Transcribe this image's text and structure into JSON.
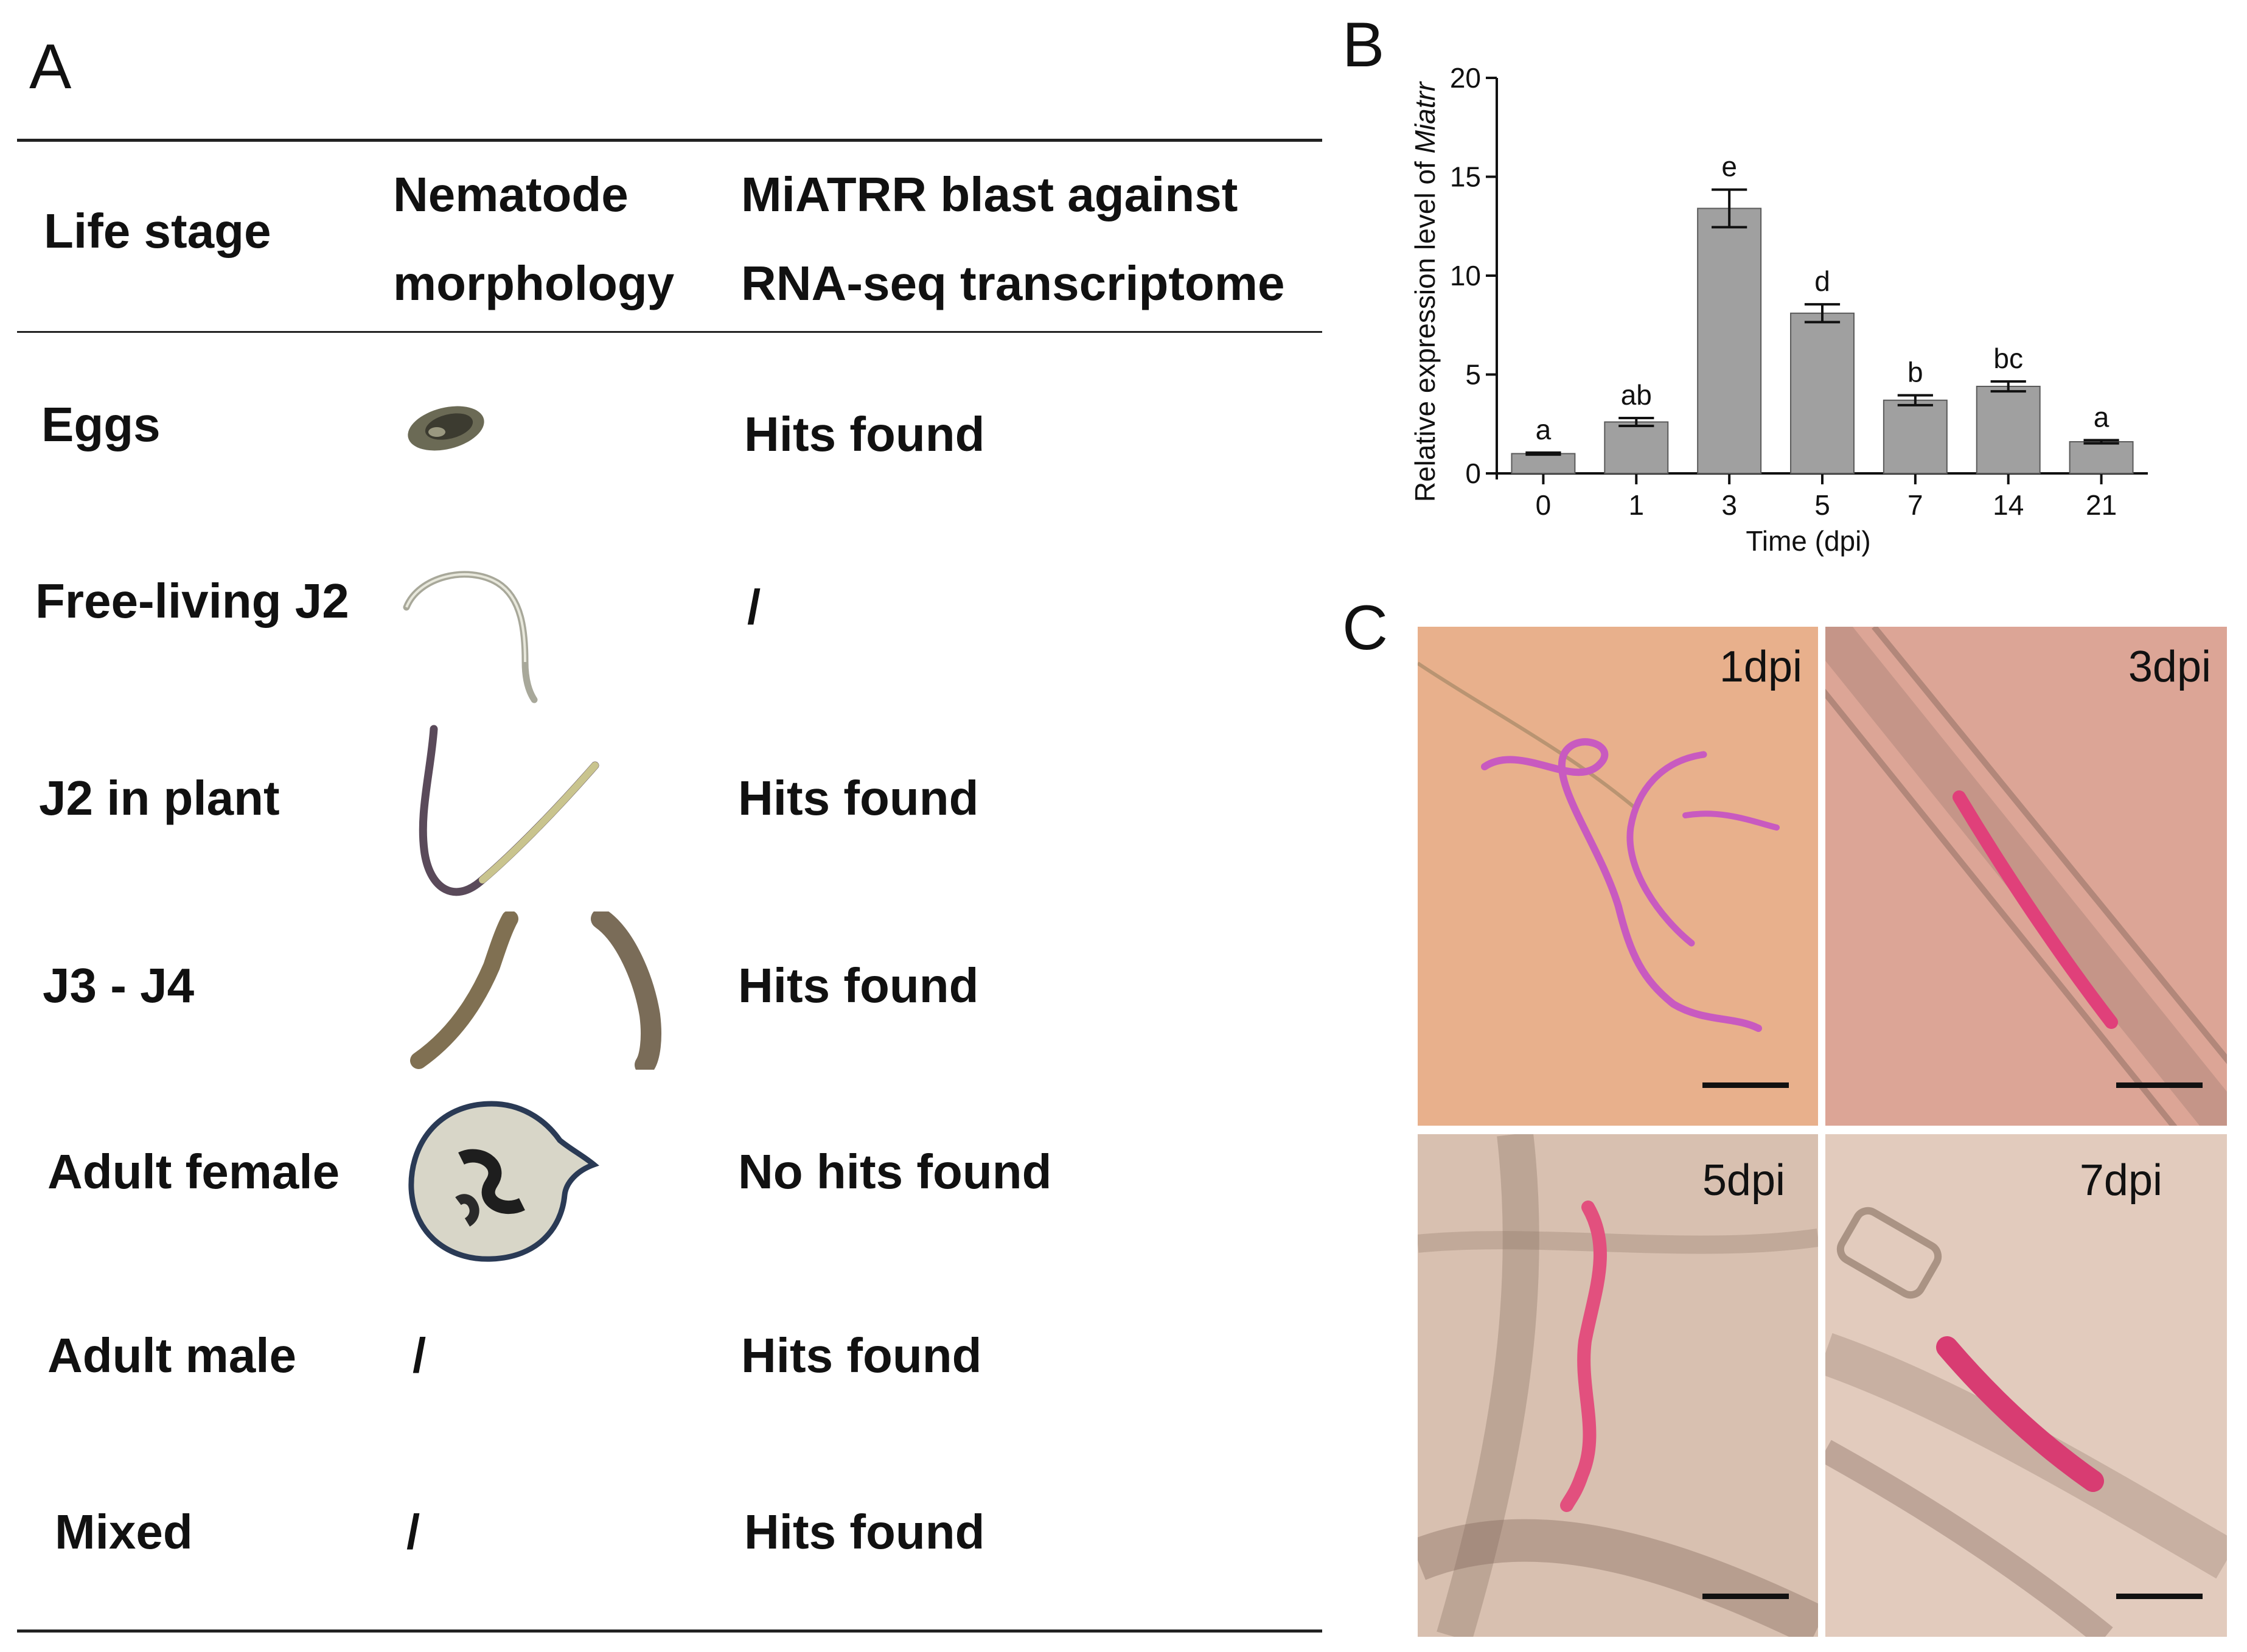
{
  "panels": {
    "a": "A",
    "b": "B",
    "c": "C"
  },
  "table": {
    "headers": {
      "life_stage": "Life stage",
      "morphology_line1": "Nematode",
      "morphology_line2": "morphology",
      "blast_line1": "MiATRR blast against",
      "blast_line2": "RNA-seq transcriptome"
    },
    "rows": [
      {
        "stage": "Eggs",
        "morphology": "egg-image",
        "morph_text": "",
        "result": "Hits found"
      },
      {
        "stage": "Free-living J2",
        "morphology": "free-living-j2-image",
        "morph_text": "",
        "result": "/"
      },
      {
        "stage": "J2 in plant",
        "morphology": "j2-in-plant-image",
        "morph_text": "",
        "result": "Hits found"
      },
      {
        "stage": "J3 - J4",
        "morphology": "j3-j4-image",
        "morph_text": "",
        "result": "Hits found"
      },
      {
        "stage": "Adult female",
        "morphology": "adult-female-image",
        "morph_text": "",
        "result": "No hits found"
      },
      {
        "stage": "Adult male",
        "morphology": "",
        "morph_text": "/",
        "result": "Hits found"
      },
      {
        "stage": "Mixed",
        "morphology": "",
        "morph_text": "/",
        "result": "Hits found"
      }
    ]
  },
  "chart_data": {
    "type": "bar",
    "categories": [
      "0",
      "1",
      "3",
      "5",
      "7",
      "14",
      "21"
    ],
    "values": [
      1.0,
      2.6,
      13.4,
      8.1,
      3.7,
      4.4,
      1.6
    ],
    "errors": [
      0.05,
      0.2,
      0.95,
      0.45,
      0.25,
      0.25,
      0.08
    ],
    "significance": [
      "a",
      "ab",
      "e",
      "d",
      "b",
      "bc",
      "a"
    ],
    "ylabel_prefix": "Relative expression level of ",
    "ylabel_italic": "Miatrr",
    "xlabel": "Time (dpi)",
    "ylim": [
      0,
      20
    ],
    "yticks": [
      0,
      5,
      10,
      15,
      20
    ],
    "bar_color": "#a0a0a0",
    "grid": false
  },
  "micrographs": [
    {
      "label": "1dpi",
      "background": "#e8b08c",
      "stain": "#c85ac0"
    },
    {
      "label": "3dpi",
      "background": "#dca596",
      "stain": "#e0407a"
    },
    {
      "label": "5dpi",
      "background": "#d8c0b0",
      "stain": "#e2507e"
    },
    {
      "label": "7dpi",
      "background": "#e2cbbd",
      "stain": "#d83c72"
    }
  ]
}
